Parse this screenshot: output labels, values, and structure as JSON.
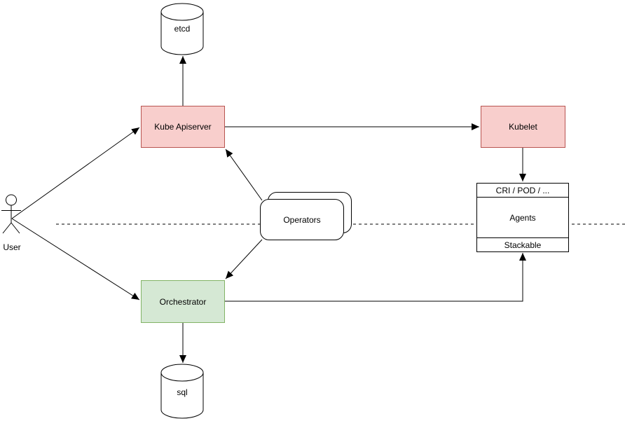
{
  "diagram": {
    "description": "Kubernetes-style architecture flow diagram",
    "background_color": "#ffffff",
    "separator": {
      "style": "dashed-horizontal-line",
      "color": "#000000"
    },
    "colors": {
      "red_fill": "#f8cecc",
      "red_stroke": "#b85450",
      "green_fill": "#d5e8d4",
      "green_stroke": "#82b366",
      "line": "#000000",
      "white_fill": "#ffffff"
    },
    "nodes": {
      "user": {
        "label": "User",
        "shape": "actor"
      },
      "etcd": {
        "label": "etcd",
        "shape": "cylinder",
        "fill": "#ffffff",
        "stroke": "#000000"
      },
      "kube_apiserver": {
        "label": "Kube Apiserver",
        "shape": "rectangle",
        "fill": "#f8cecc",
        "stroke": "#b85450"
      },
      "kubelet": {
        "label": "Kubelet",
        "shape": "rectangle",
        "fill": "#f8cecc",
        "stroke": "#b85450"
      },
      "operators": {
        "label": "Operators",
        "shape": "stacked-rounded-rectangle",
        "fill": "#ffffff",
        "stroke": "#000000"
      },
      "agents": {
        "shape": "list-rectangle",
        "fill": "#ffffff",
        "stroke": "#000000",
        "rows": {
          "header": "CRI / POD / ...",
          "body": "Agents",
          "footer": "Stackable"
        }
      },
      "orchestrator": {
        "label": "Orchestrator",
        "shape": "rectangle",
        "fill": "#d5e8d4",
        "stroke": "#82b366"
      },
      "sql": {
        "label": "sql",
        "shape": "cylinder",
        "fill": "#ffffff",
        "stroke": "#000000"
      }
    },
    "edges": [
      {
        "from": "user",
        "to": "kube_apiserver",
        "style": "solid",
        "arrow": "end"
      },
      {
        "from": "user",
        "to": "orchestrator",
        "style": "solid",
        "arrow": "end"
      },
      {
        "from": "kube_apiserver",
        "to": "etcd",
        "style": "solid",
        "arrow": "end"
      },
      {
        "from": "kube_apiserver",
        "to": "kubelet",
        "style": "solid",
        "arrow": "end"
      },
      {
        "from": "kubelet",
        "to": "agents",
        "style": "solid",
        "arrow": "end"
      },
      {
        "from": "operators",
        "to": "kube_apiserver",
        "style": "solid",
        "arrow": "end"
      },
      {
        "from": "operators",
        "to": "orchestrator",
        "style": "solid",
        "arrow": "end"
      },
      {
        "from": "orchestrator",
        "to": "agents",
        "style": "solid-elbow",
        "arrow": "end"
      },
      {
        "from": "orchestrator",
        "to": "sql",
        "style": "solid",
        "arrow": "end"
      }
    ]
  }
}
